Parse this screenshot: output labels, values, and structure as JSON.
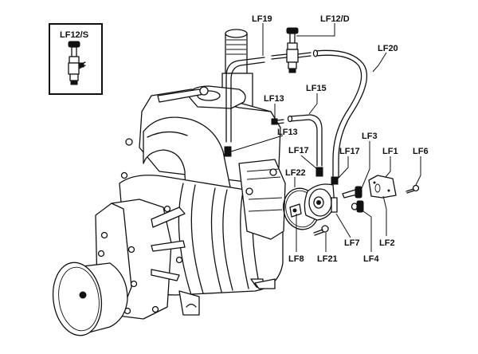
{
  "diagram": {
    "title": "Pump exploded parts diagram",
    "inset": {
      "label": "LF12/S"
    },
    "labels": {
      "lf19": "LF19",
      "lf12d": "LF12/D",
      "lf20": "LF20",
      "lf15": "LF15",
      "lf13a": "LF13",
      "lf13b": "LF13",
      "lf17a": "LF17",
      "lf17b": "LF17",
      "lf3": "LF3",
      "lf1": "LF1",
      "lf6": "LF6",
      "lf22": "LF22",
      "lf7": "LF7",
      "lf2": "LF2",
      "lf8": "LF8",
      "lf21": "LF21",
      "lf4": "LF4"
    }
  }
}
